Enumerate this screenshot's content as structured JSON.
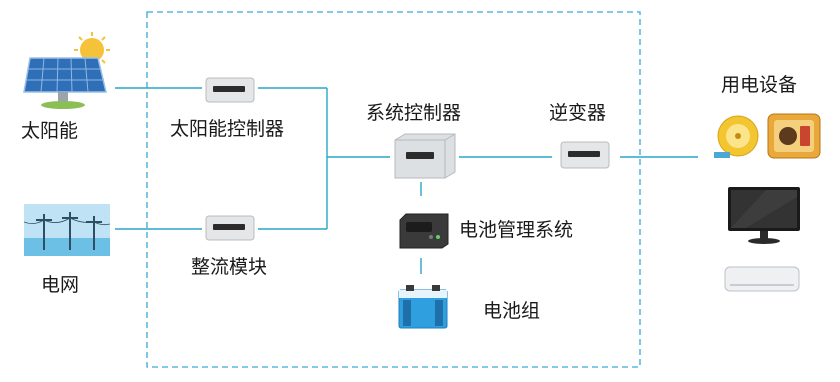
{
  "nodes": {
    "solar": "太阳能",
    "grid": "电网",
    "solar_controller": "太阳能控制器",
    "rectifier": "整流模块",
    "system_controller": "系统控制器",
    "inverter": "逆变器",
    "bms": "电池管理系统",
    "battery": "电池组",
    "loads": "用电设备"
  },
  "colors": {
    "wire": "#2aa6c8",
    "boundary": "#3aa9d6"
  },
  "icons": [
    "solar-panel-icon",
    "sun-icon",
    "power-grid-icon",
    "module-box-icon",
    "controller-box-icon",
    "bms-device-icon",
    "battery-pack-icon",
    "fan-heater-icon",
    "radio-icon",
    "monitor-icon",
    "air-conditioner-icon"
  ]
}
